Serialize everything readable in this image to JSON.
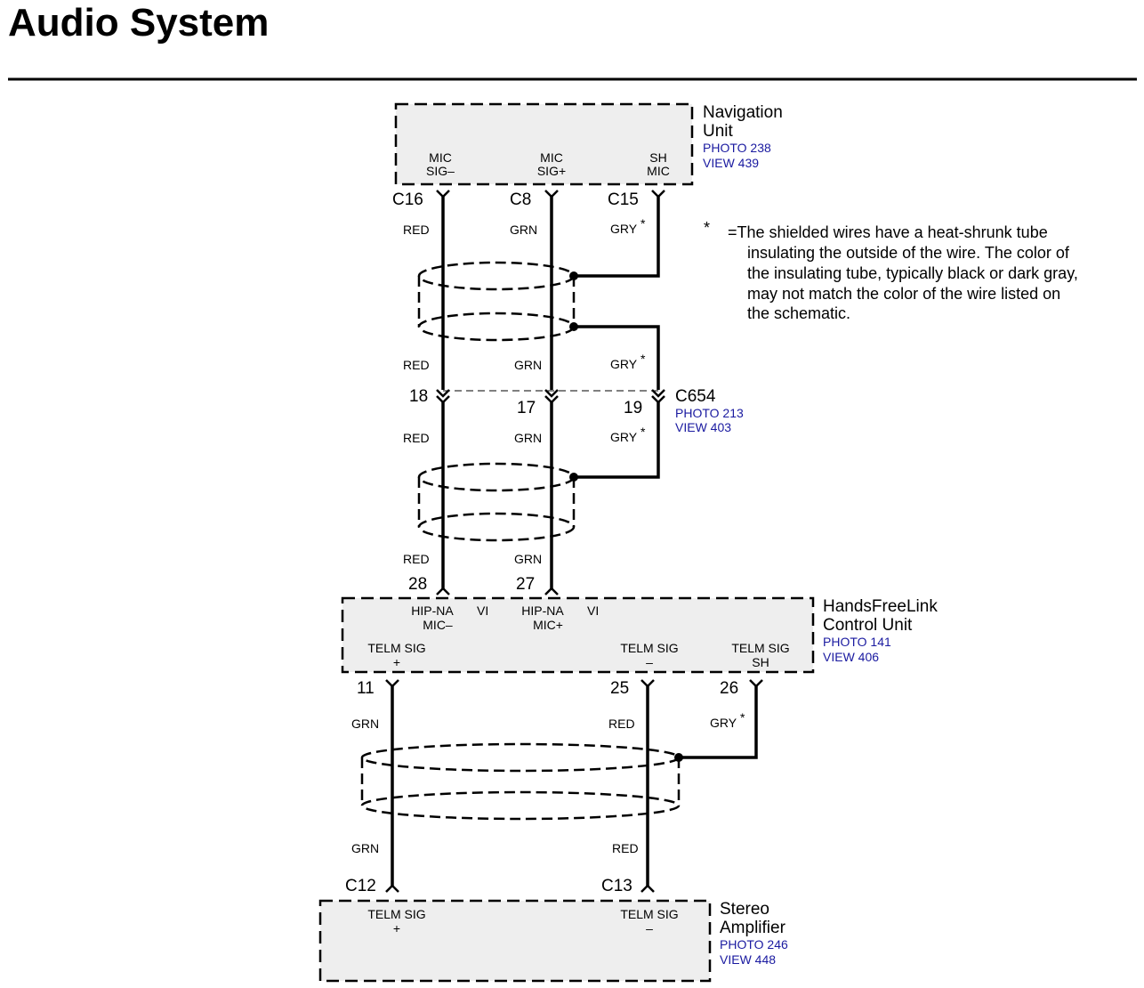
{
  "page": {
    "title": "Audio System"
  },
  "components": {
    "nav": {
      "name_1": "Navigation",
      "name_2": "Unit",
      "photo": "PHOTO 238",
      "view": "VIEW 439",
      "pins": [
        {
          "l1": "MIC",
          "l2": "SIG–"
        },
        {
          "l1": "MIC",
          "l2": "SIG+"
        },
        {
          "l1": "SH",
          "l2": "MIC"
        }
      ]
    },
    "hfl": {
      "name_1": "HandsFreeLink",
      "name_2": "Control Unit",
      "photo": "PHOTO 141",
      "view": "VIEW 406",
      "top_pins": [
        {
          "l1": "HIP-NA",
          "l2": "MIC–",
          "tag": "VI"
        },
        {
          "l1": "HIP-NA",
          "l2": "MIC+",
          "tag": "VI"
        }
      ],
      "bottom_pins": [
        {
          "l1": "TELM SIG",
          "l2": "+"
        },
        {
          "l1": "TELM SIG",
          "l2": "–"
        },
        {
          "l1": "TELM SIG",
          "l2": "SH"
        }
      ]
    },
    "amp": {
      "name_1": "Stereo",
      "name_2": "Amplifier",
      "photo": "PHOTO 246",
      "view": "VIEW 448",
      "pins": [
        {
          "l1": "TELM SIG",
          "l2": "+"
        },
        {
          "l1": "TELM SIG",
          "l2": "–"
        }
      ]
    }
  },
  "connectors": {
    "c16": "C16",
    "c8": "C8",
    "c15": "C15",
    "c654": {
      "name": "C654",
      "photo": "PHOTO 213",
      "view": "VIEW 403",
      "pin_18": "18",
      "pin_17": "17",
      "pin_19": "19"
    },
    "hfl_28": "28",
    "hfl_27": "27",
    "hfl_11": "11",
    "hfl_25": "25",
    "hfl_26": "26",
    "c12": "C12",
    "c13": "C13"
  },
  "wires": {
    "red": "RED",
    "grn": "GRN",
    "gry": "GRY",
    "star": "*"
  },
  "note": {
    "symbol": "*",
    "line_1": "=The shielded wires have a heat-shrunk tube",
    "line_2": "insulating the outside of the wire.  The color of",
    "line_3": "the insulating tube, typically black or dark gray,",
    "line_4": "may not match the color of the wire listed on",
    "line_5": "the schematic."
  },
  "colors": {
    "ink": "#000000",
    "box_fill": "#eeeeee",
    "ref_blue": "#1a1aa0"
  }
}
